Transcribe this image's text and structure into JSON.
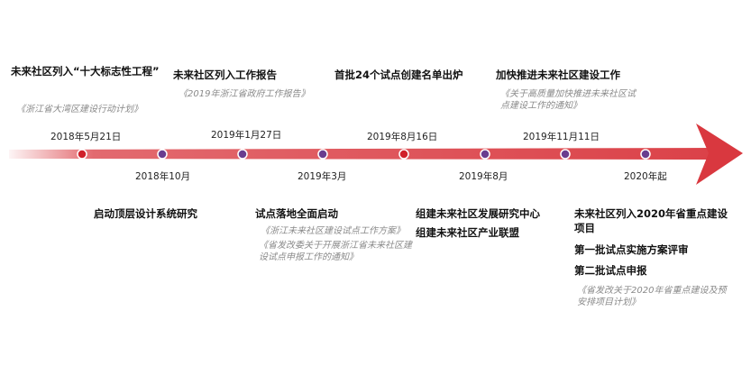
{
  "colors": {
    "arrow": "#d9383f",
    "dot_red": "#d0202a",
    "dot_purple": "#6a3d8f",
    "text": "#111111",
    "note": "#8a8a8a"
  },
  "milestones": [
    {
      "date": "2018年5月21日",
      "dot": "red",
      "events": [
        "未来社区列入“十大标志性工程”"
      ],
      "docs": [
        "《浙江省大湾区建设行动计划》"
      ]
    },
    {
      "date": "2018年10月",
      "dot": "purple",
      "events": [
        "启动顶层设计系统研究"
      ],
      "docs": []
    },
    {
      "date": "2019年1月27日",
      "dot": "purple",
      "events": [
        "未来社区列入工作报告"
      ],
      "docs": [
        "《2019年浙江省政府工作报告》"
      ]
    },
    {
      "date": "2019年3月",
      "dot": "purple",
      "events": [
        "试点落地全面启动"
      ],
      "docs": [
        "《浙江未来社区建设试点工作方案》",
        "《省发改委关于开展浙江省未来社区建设试点申报工作的通知》"
      ]
    },
    {
      "date": "2019年8月16日",
      "dot": "red",
      "events": [
        "首批24个试点创建名单出炉"
      ],
      "docs": []
    },
    {
      "date": "2019年8月",
      "dot": "purple",
      "events": [
        "组建未来社区发展研究中心",
        "组建未来社区产业联盟"
      ],
      "docs": []
    },
    {
      "date": "2019年11月11日",
      "dot": "purple",
      "events": [
        "加快推进未来社区建设工作"
      ],
      "docs": [
        "《关于高质量加快推进未来社区试点建设工作的通知》"
      ]
    },
    {
      "date": "2020年起",
      "dot": "purple",
      "events": [
        "未来社区列入2020年省重点建设项目",
        "第一批试点实施方案评审",
        "第二批试点申报"
      ],
      "docs": [
        "《省发改关于2020年省重点建设及预安排项目计划》"
      ]
    }
  ]
}
